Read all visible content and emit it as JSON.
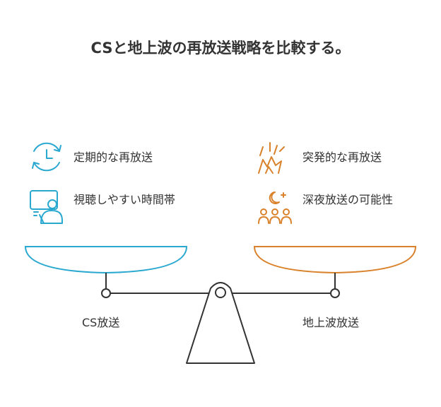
{
  "title": "CSと地上波の再放送戦略を比較する。",
  "left": {
    "name": "CS放送",
    "color": "#29a8d0",
    "items": [
      {
        "icon": "refresh-clock-icon",
        "label": "定期的な再放送"
      },
      {
        "icon": "person-watching-screen-icon",
        "label": "視聴しやすい時間帯"
      }
    ]
  },
  "right": {
    "name": "地上波放送",
    "color": "#d9822b",
    "items": [
      {
        "icon": "surprise-burst-icon",
        "label": "突発的な再放送"
      },
      {
        "icon": "moon-people-icon",
        "label": "深夜放送の可能性"
      }
    ]
  }
}
